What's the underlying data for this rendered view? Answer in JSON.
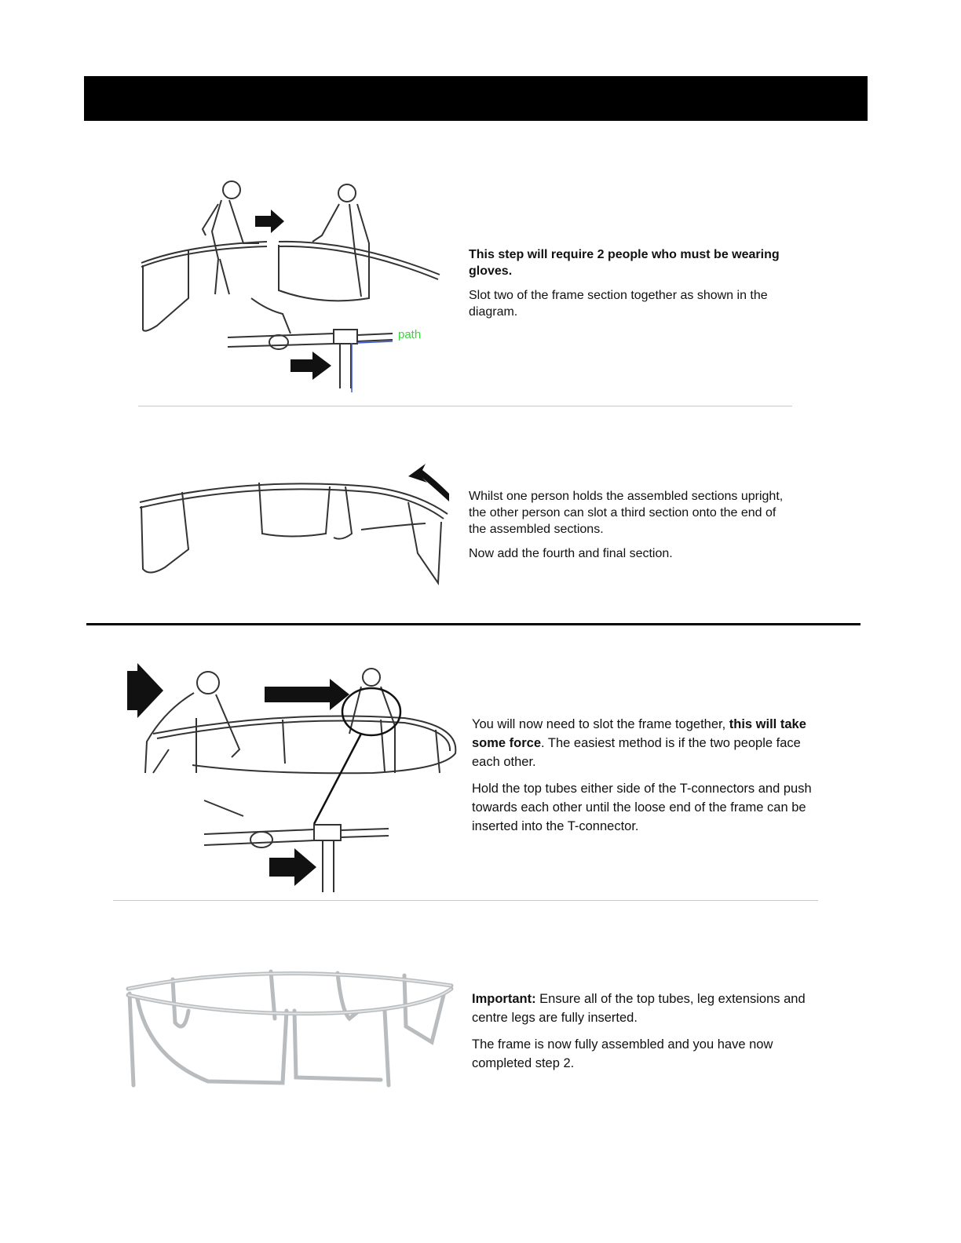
{
  "step1": {
    "bold": "This step will require 2 people who must be wearing gloves.",
    "body": "Slot two of the frame section together as shown in the diagram.",
    "annotation": "path"
  },
  "step2": {
    "p1": "Whilst one person holds the assembled sections upright, the other person can slot a third section onto the end of the assembled sections.",
    "p2": "Now add the fourth and final section."
  },
  "step3": {
    "p1_a": "You will now need to slot the frame together, ",
    "p1_b": "this will take some force",
    "p1_c": ". The easiest method is if the two people face each other.",
    "p2": "Hold the top tubes either side of the T-connectors and push towards each other until the loose end of the frame can be inserted into the T-connector."
  },
  "step4": {
    "p1_bold": "Important:",
    "p1_rest": " Ensure all of the top tubes, leg extensions and centre legs are fully inserted.",
    "p2": "The frame is now fully assembled and you have now completed step 2."
  }
}
